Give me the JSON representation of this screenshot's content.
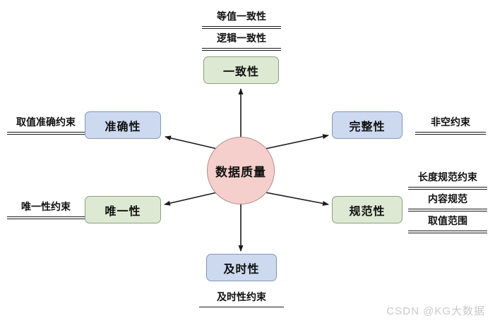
{
  "diagram": {
    "center": {
      "label": "数据质量",
      "fill": "#f5cfcc",
      "stroke": "#b58b88"
    },
    "nodes": [
      {
        "key": "consistency",
        "label": "一致性",
        "color": "green",
        "fill": "#dde9d2"
      },
      {
        "key": "accuracy",
        "label": "准确性",
        "color": "blue",
        "fill": "#ccd9ef"
      },
      {
        "key": "completeness",
        "label": "完整性",
        "color": "blue",
        "fill": "#ccd9ef"
      },
      {
        "key": "uniqueness",
        "label": "唯一性",
        "color": "green",
        "fill": "#dde9d2"
      },
      {
        "key": "standard",
        "label": "规范性",
        "color": "green",
        "fill": "#dde9d2"
      },
      {
        "key": "timeliness",
        "label": "及时性",
        "color": "blue",
        "fill": "#ccd9ef"
      }
    ],
    "constraints": {
      "consistency": [
        "等值一致性",
        "逻辑一致性"
      ],
      "accuracy": [
        "取值准确约束"
      ],
      "completeness": [
        "非空约束"
      ],
      "uniqueness": [
        "唯一性约束"
      ],
      "standard": [
        "长度规范约束",
        "内容规范",
        "取值范围"
      ],
      "timeliness": [
        "及时性约束"
      ]
    }
  },
  "watermark": "CSDN @KG大数据"
}
